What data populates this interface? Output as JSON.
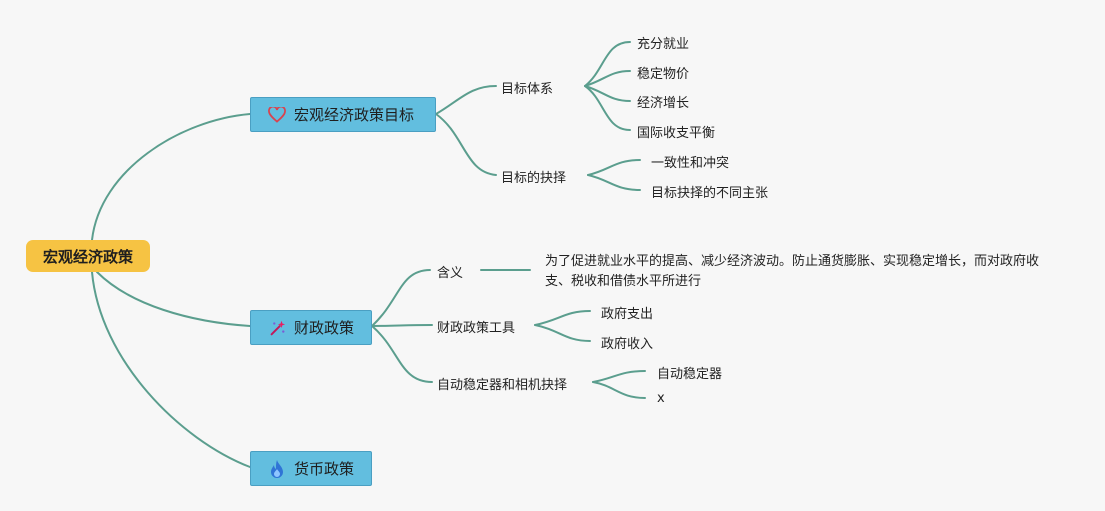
{
  "root": "宏观经济政策",
  "b1": {
    "label": "宏观经济政策目标",
    "icon": "heart-icon",
    "sub1": {
      "label": "目标体系",
      "children": [
        "充分就业",
        "稳定物价",
        "经济增长",
        "国际收支平衡"
      ]
    },
    "sub2": {
      "label": "目标的抉择",
      "children": [
        "一致性和冲突",
        "目标抉择的不同主张"
      ]
    }
  },
  "b2": {
    "label": "财政政策",
    "icon": "magic-wand-icon",
    "meaning": {
      "label": "含义",
      "text": "为了促进就业水平的提高、减少经济波动。防止通货膨胀、实现稳定增长，而对政府收支、税收和借债水平所进行"
    },
    "tools": {
      "label": "财政政策工具",
      "children": [
        "政府支出",
        "政府收入"
      ]
    },
    "auto": {
      "label": "自动稳定器和相机抉择",
      "children": [
        "自动稳定器",
        "x"
      ]
    }
  },
  "b3": {
    "label": "货币政策",
    "icon": "flame-icon"
  },
  "colors": {
    "link": "#5b9e8e",
    "root_fill": "#f6c343",
    "branch_fill": "#62bedf"
  }
}
